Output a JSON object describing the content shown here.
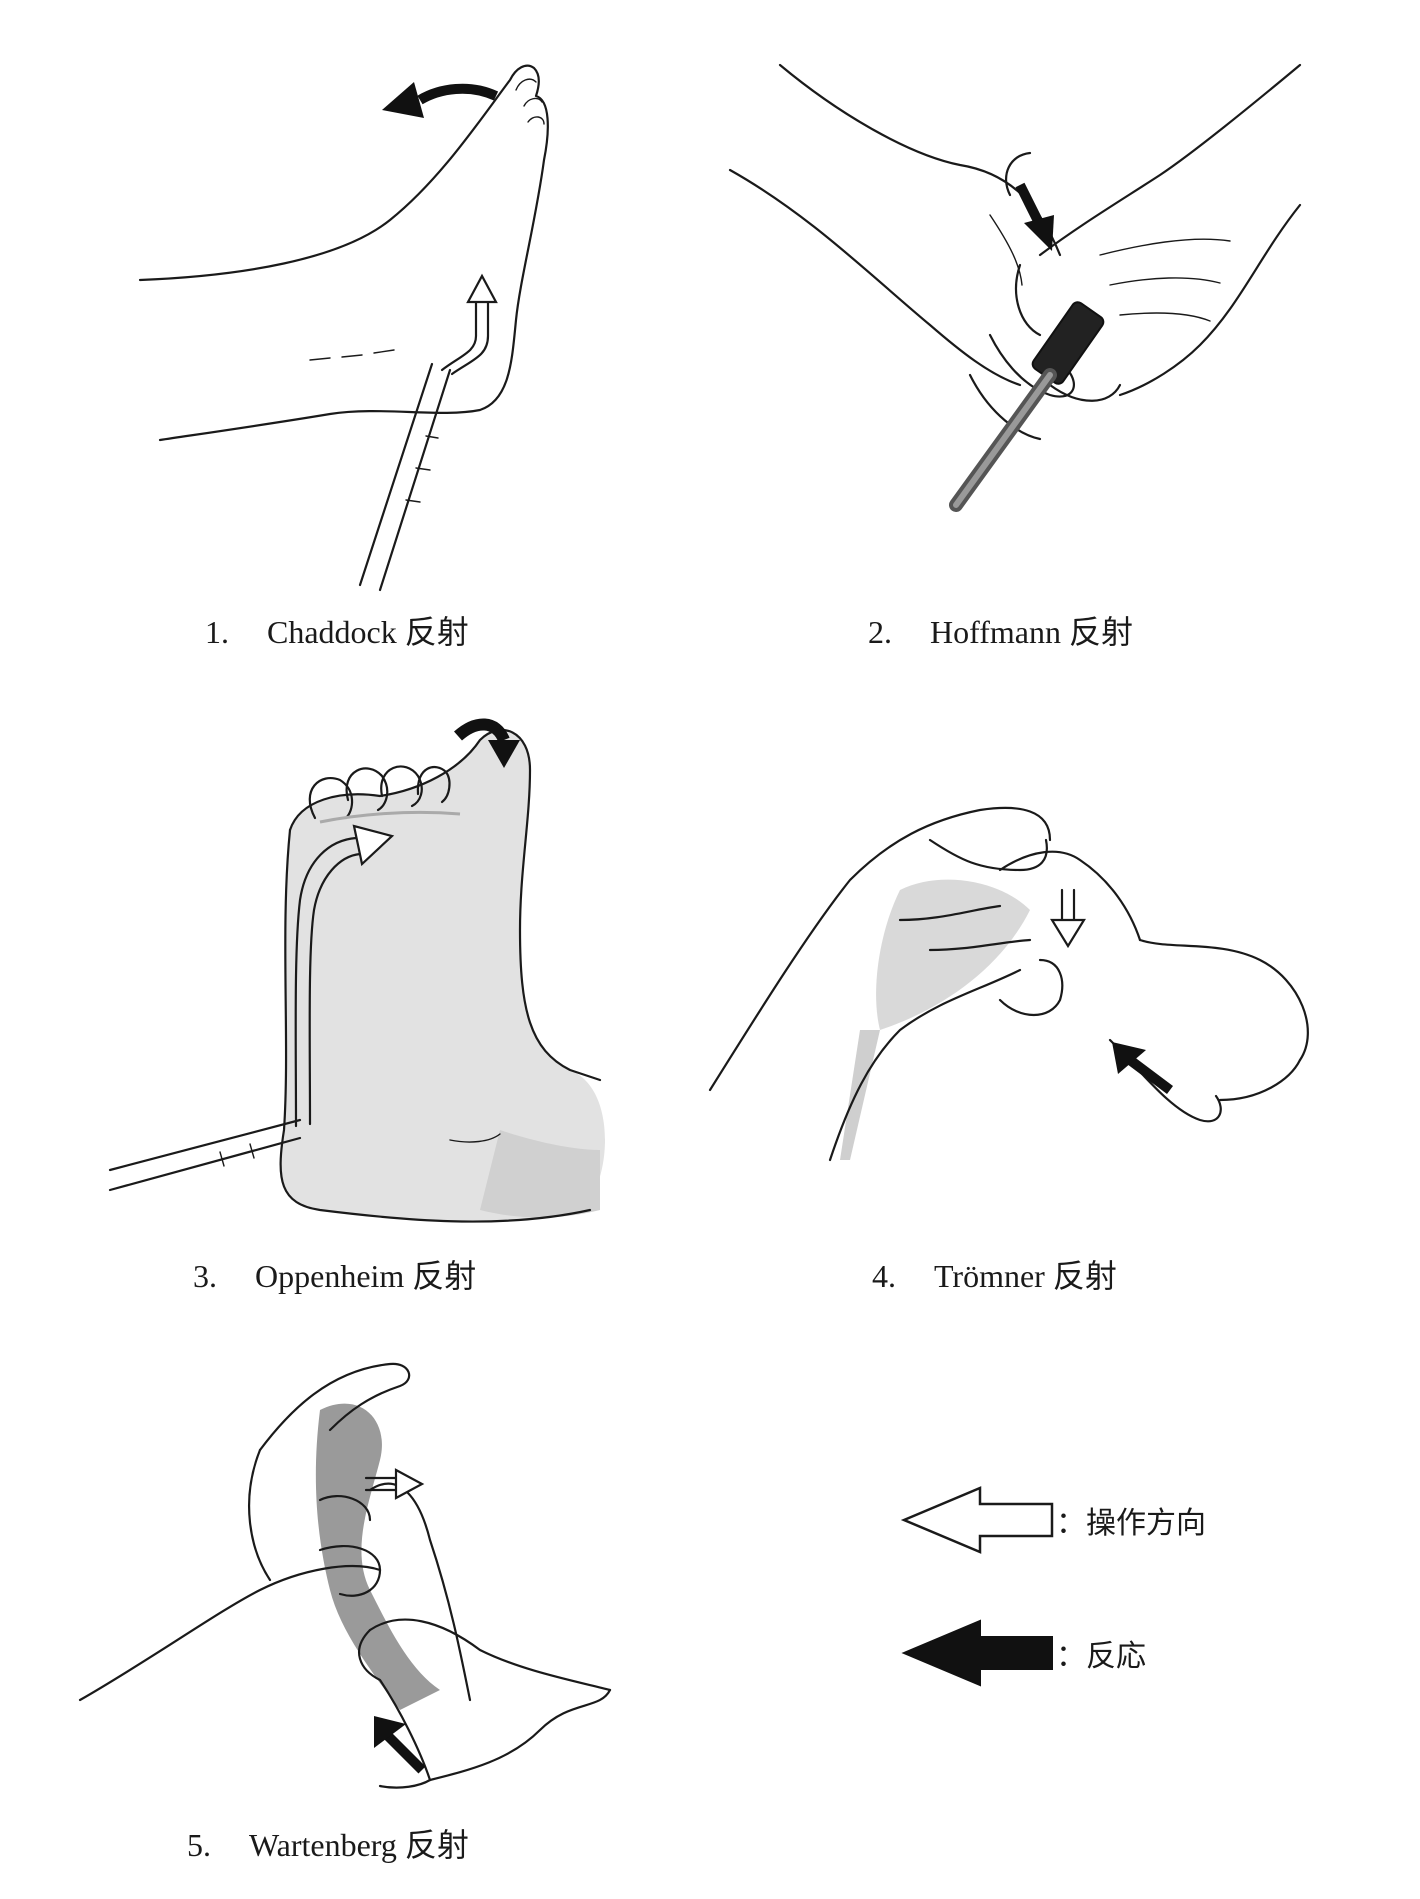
{
  "figures": [
    {
      "number": "1.",
      "name": "Chaddock 反射"
    },
    {
      "number": "2.",
      "name": "Hoffmann 反射"
    },
    {
      "number": "3.",
      "name": "Oppenheim 反射"
    },
    {
      "number": "4.",
      "name": "Trömner 反射"
    },
    {
      "number": "5.",
      "name": "Wartenberg 反射"
    }
  ],
  "legend": {
    "operation_label": "：操作方向",
    "response_label": "：反応"
  },
  "colors": {
    "line": "#1a1a1a",
    "shade": "#d9d9d9",
    "dark_shade": "#8a8a8a",
    "response_arrow": "#111111",
    "operation_arrow": "#ffffff"
  }
}
